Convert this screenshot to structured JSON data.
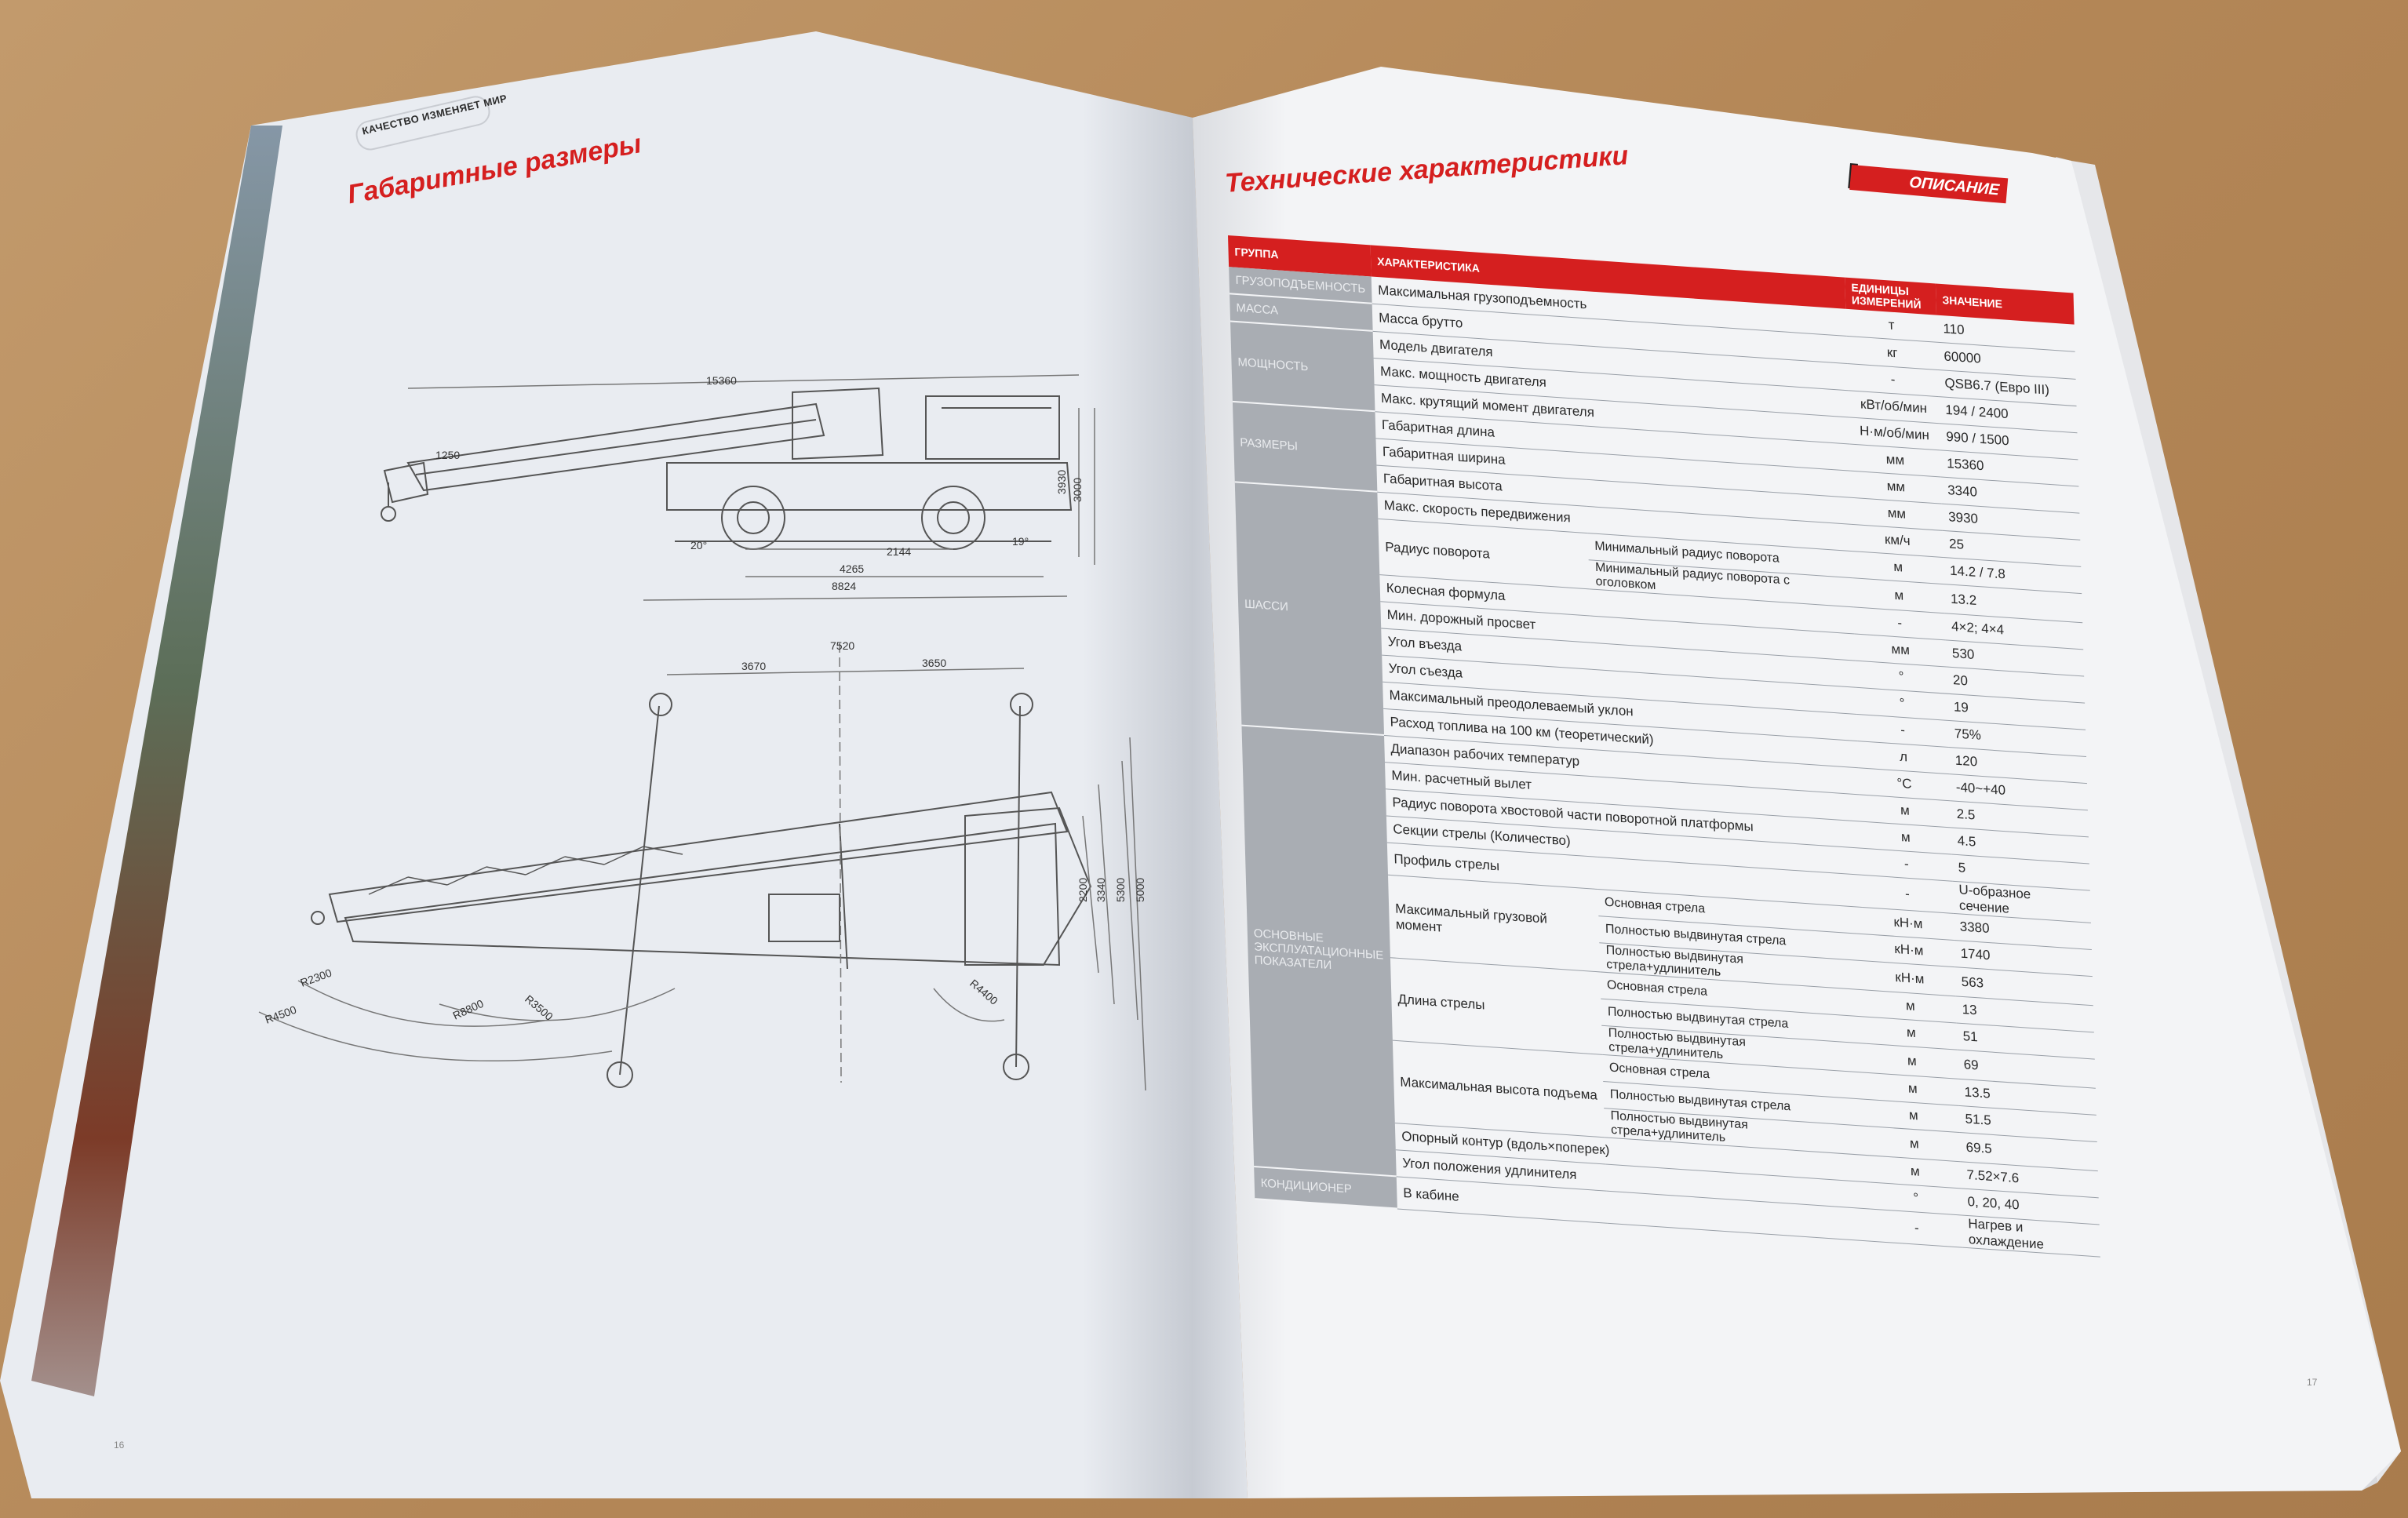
{
  "left_page": {
    "header_text": "КАЧЕСТВО ИЗМЕНЯЕТ МИР",
    "title": "Габаритные размеры",
    "page_number": "16",
    "side_view_dims": {
      "length_total": "15360",
      "height_1": "3930",
      "height_2": "3000",
      "angle_front": "20°",
      "angle_rear": "19°",
      "wheelbase": "2144",
      "dim_mid": "4265",
      "dim_base": "8824",
      "boom_tip": "1250"
    },
    "top_view_dims": {
      "outrigger_span": "7520",
      "left_half": "3670",
      "right_half": "3650",
      "w1": "2200",
      "w2": "3340",
      "w3": "5300",
      "w4": "5000",
      "radius_1": "R2300",
      "radius_2": "R4500",
      "radius_3": "R8800",
      "radius_4": "R3500",
      "radius_5": "R4400"
    }
  },
  "right_page": {
    "title": "Технические характеристики",
    "tag": "ОПИСАНИЕ",
    "page_number": "17",
    "columns": {
      "group": "ГРУППА",
      "characteristic": "ХАРАКТЕРИСТИКА",
      "units": "ЕДИНИЦЫ ИЗМЕРЕНИЙ",
      "value": "ЗНАЧЕНИЕ"
    },
    "groups": {
      "g1": "ГРУЗОПОДЪЕМНОСТЬ",
      "g2": "МАССА",
      "g3": "МОЩНОСТЬ",
      "g4": "РАЗМЕРЫ",
      "g5": "ШАССИ",
      "g6": "ОСНОВНЫЕ ЭКСПЛУАТАЦИОННЫЕ ПОКАЗАТЕЛИ",
      "g7": "КОНДИЦИОНЕР"
    },
    "rows": [
      {
        "name": "Максимальная грузоподъемность",
        "unit": "т",
        "value": "110"
      },
      {
        "name": "Масса брутто",
        "unit": "кг",
        "value": "60000"
      },
      {
        "name": "Модель двигателя",
        "unit": "-",
        "value": "QSB6.7 (Евро III)"
      },
      {
        "name": "Макс. мощность двигателя",
        "unit": "кВт/об/мин",
        "value": "194 / 2400"
      },
      {
        "name": "Макс. крутящий момент двигателя",
        "unit": "Н·м/об/мин",
        "value": "990 / 1500"
      },
      {
        "name": "Габаритная длина",
        "unit": "мм",
        "value": "15360"
      },
      {
        "name": "Габаритная ширина",
        "unit": "мм",
        "value": "3340"
      },
      {
        "name": "Габаритная высота",
        "unit": "мм",
        "value": "3930"
      },
      {
        "name": "Макс. скорость передвижения",
        "unit": "км/ч",
        "value": "25"
      },
      {
        "name": "Радиус поворота",
        "sub": "Минимальный радиус поворота",
        "unit": "м",
        "value": "14.2 / 7.8"
      },
      {
        "name": "",
        "sub": "Минимальный радиус поворота с оголовком",
        "unit": "м",
        "value": "13.2"
      },
      {
        "name": "Колесная формула",
        "unit": "-",
        "value": "4×2; 4×4"
      },
      {
        "name": "Мин. дорожный просвет",
        "unit": "мм",
        "value": "530"
      },
      {
        "name": "Угол въезда",
        "unit": "°",
        "value": "20"
      },
      {
        "name": "Угол съезда",
        "unit": "°",
        "value": "19"
      },
      {
        "name": "Максимальный преодолеваемый уклон",
        "unit": "-",
        "value": "75%"
      },
      {
        "name": "Расход топлива на 100 км (теоретический)",
        "unit": "л",
        "value": "120"
      },
      {
        "name": "Диапазон рабочих температур",
        "unit": "°С",
        "value": "-40~+40"
      },
      {
        "name": "Мин. расчетный вылет",
        "unit": "м",
        "value": "2.5"
      },
      {
        "name": "Радиус поворота хвостовой части поворотной платформы",
        "unit": "м",
        "value": "4.5"
      },
      {
        "name": "Секции стрелы (Количество)",
        "unit": "-",
        "value": "5"
      },
      {
        "name": "Профиль стрелы",
        "unit": "-",
        "value": "U-образное сечение"
      },
      {
        "name": "Максимальный грузовой момент",
        "sub": "Основная стрела",
        "unit": "кН·м",
        "value": "3380"
      },
      {
        "name": "",
        "sub": "Полностью выдвинутая стрела",
        "unit": "кН·м",
        "value": "1740"
      },
      {
        "name": "",
        "sub": "Полностью выдвинутая стрела+удлинитель",
        "unit": "кН·м",
        "value": "563"
      },
      {
        "name": "Длина стрелы",
        "sub": "Основная стрела",
        "unit": "м",
        "value": "13"
      },
      {
        "name": "",
        "sub": "Полностью выдвинутая стрела",
        "unit": "м",
        "value": "51"
      },
      {
        "name": "",
        "sub": "Полностью выдвинутая стрела+удлинитель",
        "unit": "м",
        "value": "69"
      },
      {
        "name": "Максимальная высота подъема",
        "sub": "Основная стрела",
        "unit": "м",
        "value": "13.5"
      },
      {
        "name": "",
        "sub": "Полностью выдвинутая стрела",
        "unit": "м",
        "value": "51.5"
      },
      {
        "name": "",
        "sub": "Полностью выдвинутая стрела+удлинитель",
        "unit": "м",
        "value": "69.5"
      },
      {
        "name": "Опорный контур (вдоль×поперек)",
        "unit": "м",
        "value": "7.52×7.6"
      },
      {
        "name": "Угол положения удлинителя",
        "unit": "°",
        "value": "0, 20, 40"
      },
      {
        "name": "В кабине",
        "unit": "-",
        "value": "Нагрев и охлаждение"
      }
    ]
  }
}
